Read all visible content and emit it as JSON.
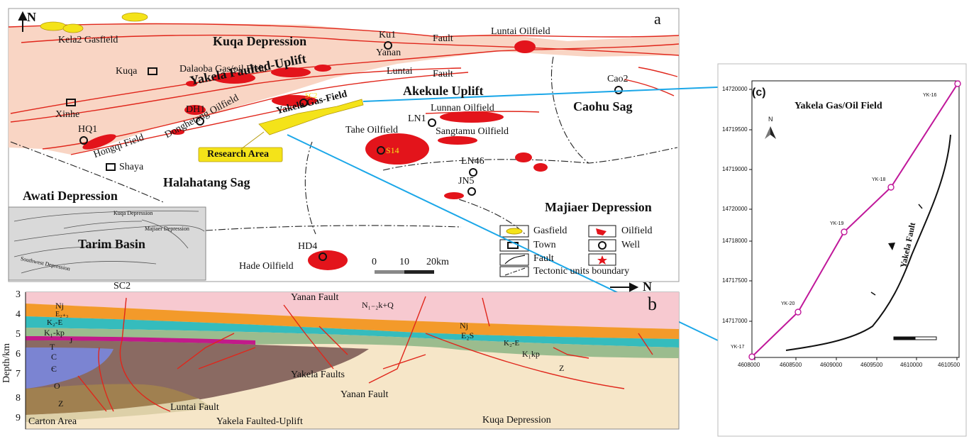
{
  "panel_a": {
    "letter": "a",
    "north": "N",
    "units": {
      "kuqa_depression": "Kuqa Depression",
      "yakela_uplift": "Yakela Faulted-Uplift",
      "akekule_uplift": "Akekule Uplift",
      "caohu_sag": "Caohu Sag",
      "halahatang_sag": "Halahatang Sag",
      "awati_depression": "Awati Depression",
      "majiaer_depression": "Majiaer Depression"
    },
    "fields": {
      "kela2": "Kela2 Gasfield",
      "dalaoba": "Dalaoba Gas/oil Field",
      "luntai": "Luntai Oilfield",
      "yakela_gas": "Yakela Gas-Field",
      "donghetang": "Donghetang Oilfield",
      "hongqi": "Hongqi Field",
      "lunnan": "Lunnan Oilfield",
      "tahe": "Tahe Oilfield",
      "sangtamu": "Sangtamu Oilfield",
      "hade": "Hade Oilfield"
    },
    "faults": {
      "fault1": "Fault",
      "fault2": "Fault",
      "yanan": "Yanan",
      "luntai": "Luntai"
    },
    "towns": {
      "kuqa": "Kuqa",
      "xinhe": "Xinhe",
      "shaya": "Shaya"
    },
    "wells": {
      "ku1": "Ku1",
      "cao2": "Cao2",
      "sc2": "SC2",
      "dh1": "DH1",
      "hq1": "HQ1",
      "ln1": "LN1",
      "s14": "S14",
      "ln46": "LN46",
      "jn5": "JN5",
      "hd4": "HD4"
    },
    "research_area": "Research Area",
    "inset": {
      "title": "Tarim Basin",
      "kuqa": "Kuqa Depression",
      "majiaer": "Majiaer Depression",
      "southwest": "Southwest Depression"
    },
    "scale": {
      "t0": "0",
      "t10": "10",
      "t20": "20km"
    },
    "legend": {
      "gasfield": "Gasfield",
      "oilfield": "Oilfield",
      "town": "Town",
      "well": "Well",
      "fault": "Fault",
      "boundary": "Tectonic units boundary"
    },
    "colors": {
      "kuqa_band": "#f9d5c4",
      "oil": "#e3141b",
      "gas": "#f4e319",
      "fault": "#e0261b",
      "link": "#1ba7e8"
    }
  },
  "panel_b": {
    "letter": "b",
    "north": "N",
    "depth_label": "Depth/km",
    "depth_ticks": [
      "3",
      "4",
      "5",
      "6",
      "7",
      "8",
      "9"
    ],
    "layers": {
      "nj": "Nj",
      "e1": "E₂₊₃",
      "k2e": "K₂-E",
      "kkp": "K₁-kp",
      "j": "J",
      "t": "T",
      "c": "C",
      "cam": "Є",
      "o": "O",
      "z": "Z",
      "nq": "N₁₋₂k+Q",
      "nj2": "Nj",
      "es": "E₂S",
      "k2e2": "K₂-E",
      "kkp2": "K₁kp",
      "z2": "Z"
    },
    "labels": {
      "sc2": "SC2",
      "yanan_fault_top": "Yanan Fault",
      "yakela_faults": "Yakela Faults",
      "yanan_fault": "Yanan Fault",
      "luntai_fault": "Luntai Fault",
      "carton": "Carton Area",
      "yakela_uplift": "Yakela Faulted-Uplift",
      "kuqa": "Kuqa Depression"
    },
    "colors": {
      "top": "#f7c9d0",
      "orange": "#f39a2a",
      "teal": "#35bcbd",
      "green": "#9bbc8e",
      "brown": "#8a6a62",
      "blue": "#7b84d2",
      "tan": "#ddd0a8",
      "base": "#f6e6c8",
      "magenta": "#c21a8a"
    }
  },
  "panel_c": {
    "letter": "(c)",
    "title": "Yakela Gas/Oil Field",
    "north": "N",
    "fault_label": "Yakela Fault",
    "y_ticks": [
      "14720000",
      "14719500",
      "14719000",
      "14720000",
      "14718000",
      "14717500",
      "14717000"
    ],
    "x_ticks": [
      "4608000",
      "4608500",
      "4609000",
      "4609500",
      "4610000",
      "4610500"
    ],
    "wells": [
      "YK-16",
      "YK-18",
      "YK-19",
      "YK-20",
      "YK-17"
    ],
    "line_color": "#c0189a"
  }
}
